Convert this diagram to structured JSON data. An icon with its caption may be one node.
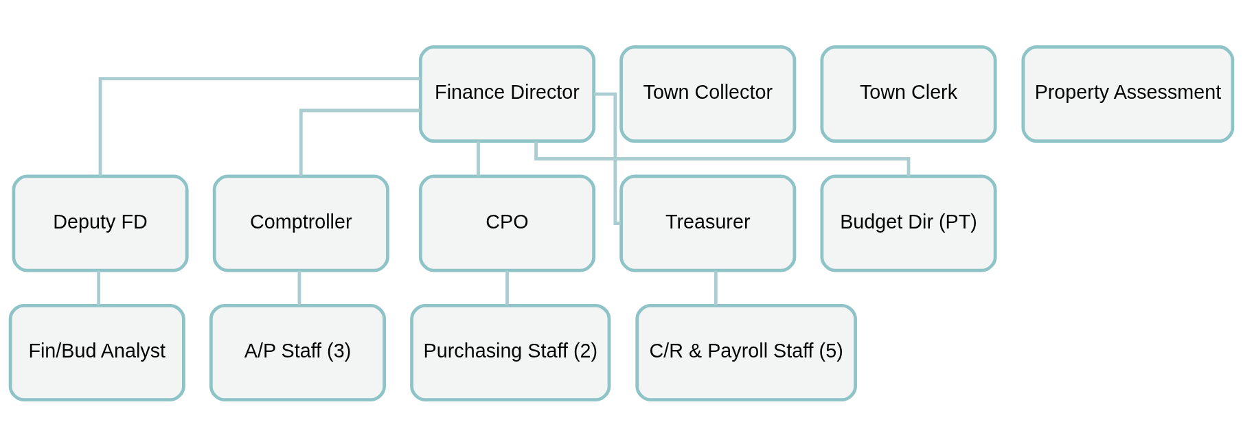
{
  "diagram": {
    "nodes": [
      {
        "text": [
          "Finance Director"
        ]
      },
      {
        "text": [
          "Town Collector"
        ]
      },
      {
        "text": [
          "Town Clerk"
        ]
      },
      {
        "text": [
          "Property Assessment"
        ]
      },
      {
        "text": [
          "Deputy FD"
        ]
      },
      {
        "text": [
          "Comptroller"
        ]
      },
      {
        "text": [
          "CPO"
        ]
      },
      {
        "text": [
          "Treasurer"
        ]
      },
      {
        "text": [
          "Budget Dir (PT)"
        ]
      },
      {
        "text": [
          "Fin/Bud Analyst"
        ]
      },
      {
        "text": [
          "A/P Staff (3)"
        ]
      },
      {
        "text": [
          "Purchasing Staff (2)"
        ]
      },
      {
        "text": [
          "C/R & Payroll Staff (5)"
        ]
      }
    ],
    "edges": [
      {
        "from": 0,
        "to": 4,
        "arrow": "none"
      },
      {
        "from": 0,
        "to": 5,
        "arrow": "none"
      },
      {
        "from": 0,
        "to": 6,
        "arrow": "none"
      },
      {
        "from": 0,
        "to": 7,
        "arrow": "none"
      },
      {
        "from": 0,
        "to": 8,
        "arrow": "none"
      },
      {
        "from": 4,
        "to": 9,
        "arrow": "none"
      },
      {
        "from": 5,
        "to": 10,
        "arrow": "none"
      },
      {
        "from": 6,
        "to": 11,
        "arrow": "none"
      },
      {
        "from": 7,
        "to": 12,
        "arrow": "none"
      }
    ]
  }
}
